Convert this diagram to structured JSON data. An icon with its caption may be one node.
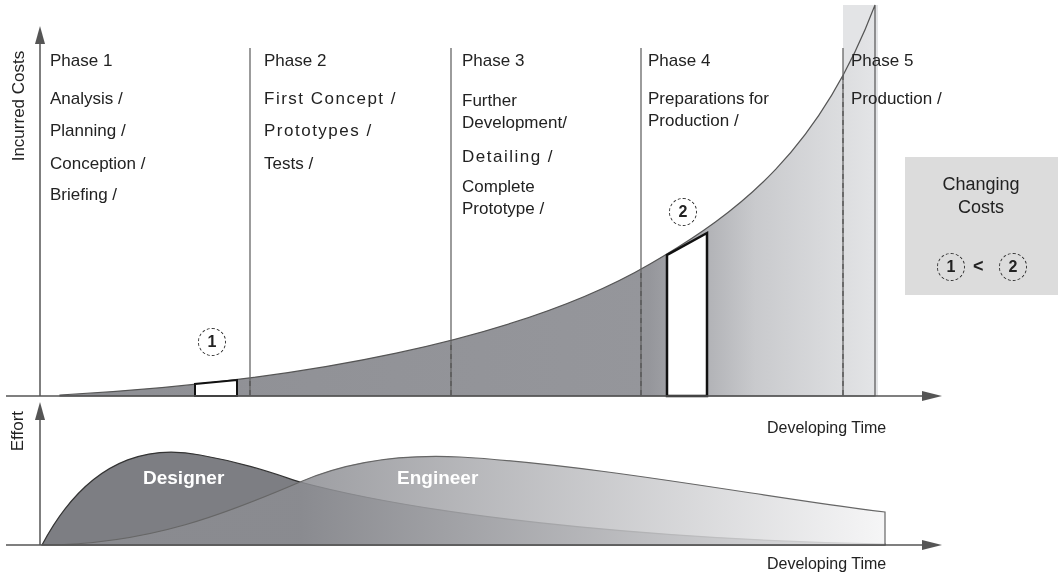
{
  "diagram": {
    "nodes": [
      {
        "text": [
          "Changing Costs",
          "<"
        ]
      },
      {
        "text": [
          "1"
        ],
        "in": 0
      },
      {
        "text": [
          "2"
        ],
        "in": 0
      },
      {
        "text": [
          "1"
        ]
      },
      {
        "text": [
          "2"
        ]
      }
    ],
    "labels": [
      "Incurred Costs",
      "Phase 1",
      "Analysis /",
      "Planning /",
      "Conception /",
      "Briefing /",
      "Phase 2",
      "First Concept /",
      "Prototypes /",
      "Tests /",
      "Phase 3",
      "Further Development/",
      "Detailing /",
      "Complete Prototype /",
      "Phase 4",
      "Preparations for Production /",
      "Phase 5",
      "Production /",
      "Developing Time",
      "Effort",
      "Designer",
      "Engineer",
      "Developing Time"
    ]
  }
}
